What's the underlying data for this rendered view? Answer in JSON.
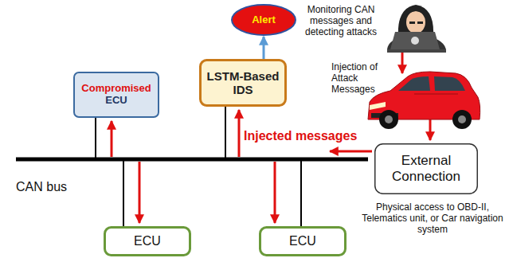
{
  "diagram": {
    "nodes": [
      {
        "text": [
          "Alert"
        ]
      },
      {
        "text": [
          "Compromised",
          "ECU"
        ]
      },
      {
        "text": [
          "LSTM-Based IDS"
        ]
      },
      {
        "text": [
          "External Connection"
        ]
      },
      {
        "text": [
          "ECU"
        ]
      },
      {
        "text": [
          "ECU"
        ]
      }
    ],
    "edges": [
      {
        "from": 2,
        "to": 0,
        "arrow": "to"
      }
    ],
    "labels": [
      "Monitoring CAN messages and detecting attacks",
      "Injection of Attack Messages",
      "Injected messages",
      "CAN bus",
      "Physical access to OBD-II, Telematics unit, or Car navigation system"
    ]
  }
}
